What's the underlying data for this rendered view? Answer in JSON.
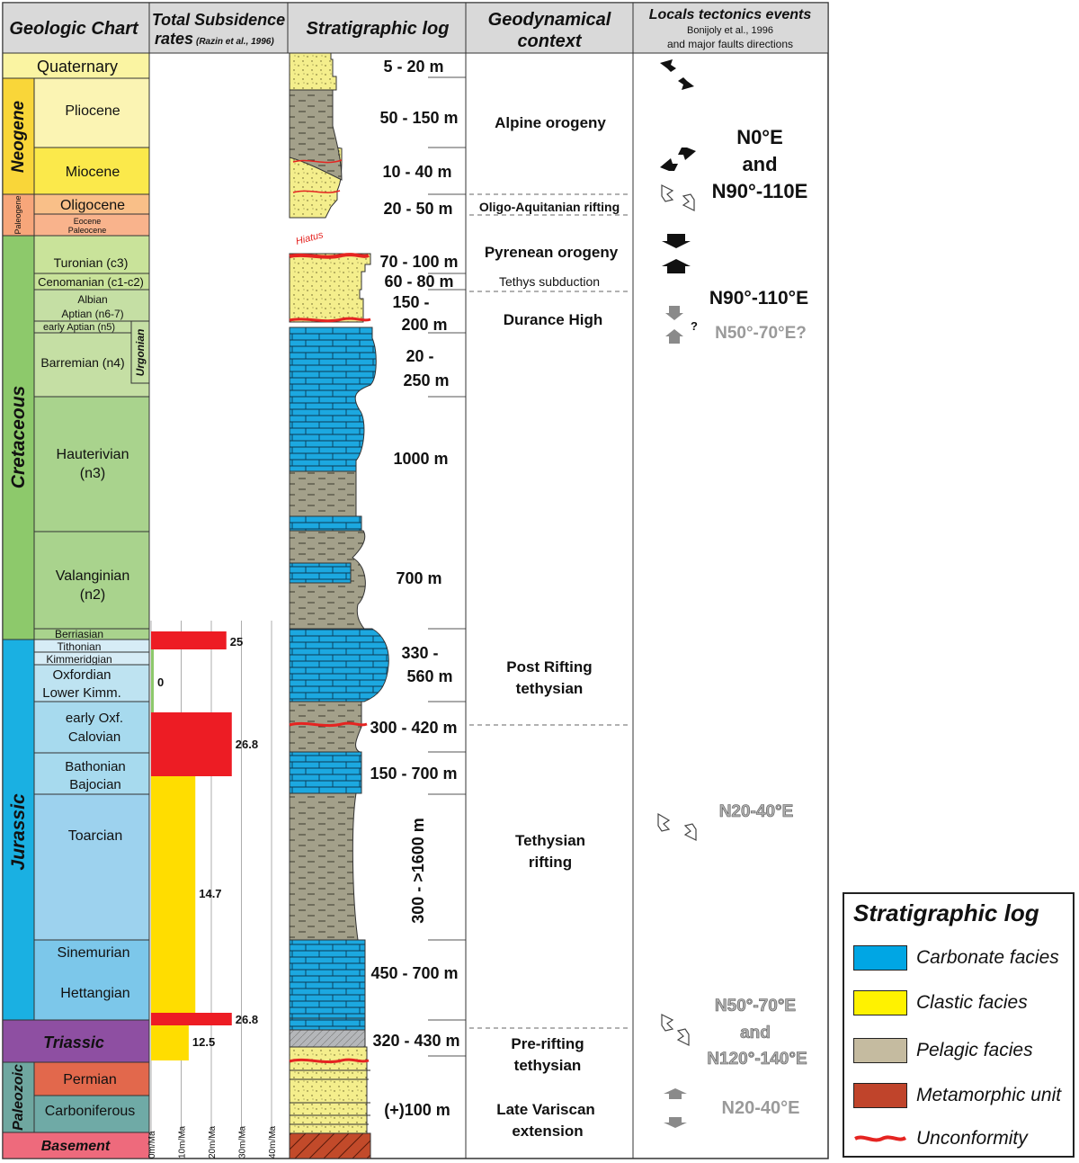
{
  "headers": {
    "geologic_chart": "Geologic Chart",
    "subsidence_line1": "Total Subsidence",
    "subsidence_line2": "rates",
    "subsidence_ref": "(Razin et al., 1996)",
    "strat_log": "Stratigraphic log",
    "geodyn_line1": "Geodynamical",
    "geodyn_line2": "context",
    "tectonics_line1": "Locals tectonics events",
    "tectonics_ref": "Bonijoly et al., 1996",
    "tectonics_line3": "and major faults directions"
  },
  "eras": [
    {
      "name": "Neogene",
      "color": "#F9D639"
    },
    {
      "name": "Paleogene",
      "color": "#F7A67A"
    },
    {
      "name": "Cretaceous",
      "color": "#8DC96B"
    },
    {
      "name": "Jurassic",
      "color": "#1AB0E2"
    },
    {
      "name": "Triassic",
      "color": "#8E4FA2"
    },
    {
      "name": "Paleozoic",
      "color": "#6FA7A0"
    },
    {
      "name": "Basement",
      "color": "#EE6A7C"
    }
  ],
  "stages": [
    {
      "label": "Quaternary",
      "color": "#FAF4A2"
    },
    {
      "label": "Pliocene",
      "color": "#FBF4B3"
    },
    {
      "label": "Miocene",
      "color": "#FBE94B"
    },
    {
      "label": "Oligocene",
      "color": "#F9BF88"
    },
    {
      "label": "Eocene",
      "color": "#F9B38C"
    },
    {
      "label": "Paleocene",
      "color": "#F9B38C"
    },
    {
      "label": "Turonian (c3)",
      "color": "#C9E39A"
    },
    {
      "label": "Cenomanian (c1-c2)",
      "color": "#C9E39A"
    },
    {
      "label": "Albian",
      "color": "#C5DFA4"
    },
    {
      "label": "Aptian (n6-7)",
      "color": "#C5DFA4"
    },
    {
      "label": "early Aptian (n5)",
      "color": "#C5DFA4"
    },
    {
      "label": "Barremian (n4)",
      "color": "#C5DFA4"
    },
    {
      "label": "Hauterivian",
      "label2": "(n3)",
      "color": "#A9D38D"
    },
    {
      "label": "Valanginian",
      "label2": "(n2)",
      "color": "#A9D38D"
    },
    {
      "label": "Berriasian",
      "color": "#A9D38D"
    },
    {
      "label": "Tithonian",
      "color": "#D6ECF6"
    },
    {
      "label": "Kimmeridgian",
      "color": "#D6ECF6"
    },
    {
      "label": "Oxfordian",
      "label2": "Lower Kimm.",
      "color": "#BEE3F1"
    },
    {
      "label": "early Oxf.",
      "label2": "Calovian",
      "color": "#A7DAEE"
    },
    {
      "label": "Bathonian",
      "label2": "Bajocian",
      "color": "#A7DAEE"
    },
    {
      "label": "Toarcian",
      "color": "#9DD2EE"
    },
    {
      "label": "Sinemurian",
      "color": "#7CC7EA"
    },
    {
      "label": "Hettangian",
      "color": "#7CC7EA"
    },
    {
      "label": "Triassic",
      "color": "#8E4FA2"
    },
    {
      "label": "Permian",
      "color": "#E2684C"
    },
    {
      "label": "Carboniferous",
      "color": "#6FAAA6"
    },
    {
      "label": "Basement",
      "color": "#EE6A7C"
    }
  ],
  "urgonian_label": "Urgonian",
  "subsidence": {
    "axis_ticks": [
      "0m/Ma",
      "10m/Ma",
      "20m/Ma",
      "30m/Ma",
      "40m/Ma"
    ],
    "axis_max": 40,
    "bars": [
      {
        "value": 25,
        "label": "25",
        "color": "#ED1C24"
      },
      {
        "value": 0,
        "label": "0",
        "color": "#8DC96B"
      },
      {
        "value": 26.8,
        "label": "26.8",
        "color": "#ED1C24"
      },
      {
        "value": 14.7,
        "label": "14.7",
        "color": "#FFDD00"
      },
      {
        "value": 26.8,
        "label": "26.8",
        "color": "#ED1C24"
      },
      {
        "value": 12.5,
        "label": "12.5",
        "color": "#FFDD00"
      }
    ]
  },
  "thicknesses": [
    "5 - 20 m",
    "50 - 150 m",
    "10 - 40 m",
    "20 - 50 m",
    "70 - 100 m",
    "60 - 80 m",
    "150 -",
    "200 m",
    "20 -",
    "250 m",
    "1000 m",
    "700 m",
    "330 -",
    "560 m",
    "300 - 420 m",
    "150 - 700 m",
    "300 - >1600 m",
    "450 - 700 m",
    "320 - 430 m",
    "(+)100 m"
  ],
  "hiatus_label": "Hiatus",
  "geodynamics": [
    "Alpine orogeny",
    "Oligo-Aquitanian rifting",
    "Pyrenean orogeny",
    "Tethys subduction",
    "Durance High",
    "Post Rifting",
    "tethysian",
    "Tethysian",
    "rifting",
    "Pre-rifting",
    "tethysian",
    "Late Variscan",
    "extension"
  ],
  "tectonics": {
    "dir1_line1": "N0°E",
    "dir1_line2": "and",
    "dir1_line3": "N90°-110E",
    "dir2": "N90°-110°E",
    "question": "?",
    "dir3": "N50°-70°E?",
    "dir4": "N20-40°E",
    "dir5_line1": "N50°-70°E",
    "dir5_line2": "and",
    "dir5_line3": "N120°-140°E",
    "dir6": "N20-40°E"
  },
  "facies_colors": {
    "clastic": "#F4EE8C",
    "carbonate": "#1CA8E0",
    "pelagic": "#A3A08A",
    "metamorphic": "#C24A2A",
    "unconformity": "#E52421",
    "grey_unit": "#B5B7BA"
  },
  "legend": {
    "title": "Stratigraphic log",
    "items": [
      {
        "label": "Carbonate facies",
        "color": "#00A6E4"
      },
      {
        "label": "Clastic facies",
        "color": "#FFF200"
      },
      {
        "label": "Pelagic facies",
        "color": "#C5BBA0"
      },
      {
        "label": "Metamorphic unit",
        "color": "#C0442B"
      },
      {
        "label": "Unconformity",
        "color": "#E52421"
      }
    ]
  }
}
